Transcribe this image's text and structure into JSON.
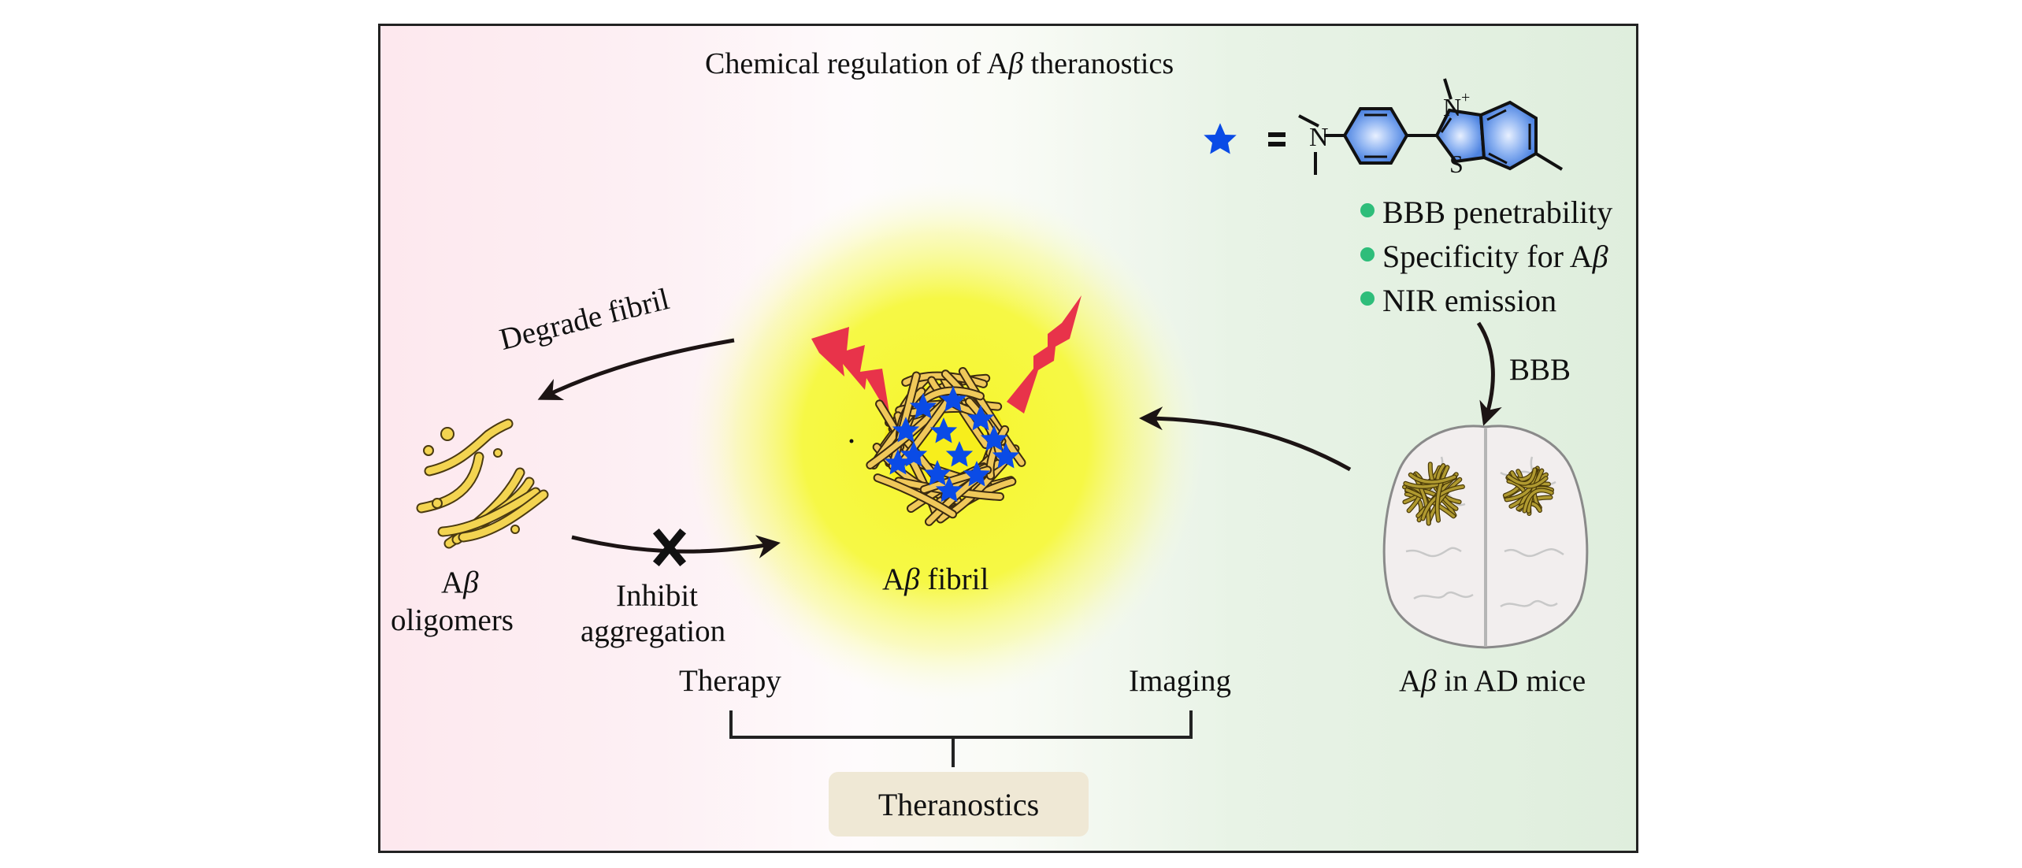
{
  "title": {
    "prefix": "Chemical regulation of A",
    "beta": "β",
    "suffix": " theranostics"
  },
  "legend": {
    "star_icon": "blue-star",
    "equals": "=",
    "molecule": {
      "name": "benzothiazolium dye (thioflavin-T like)",
      "atoms": {
        "amine_n": "N",
        "ring_n": "N",
        "ring_n_charge": "+",
        "sulfur": "S"
      }
    },
    "properties": [
      {
        "text": "BBB penetrability"
      },
      {
        "text": "Specificity for A",
        "beta": "β"
      },
      {
        "text": "NIR emission"
      }
    ],
    "bullet_color": "#2ebd7a"
  },
  "bbb_arrow_label": "BBB",
  "brain": {
    "label_prefix": "A",
    "label_beta": "β",
    "label_suffix": " in AD mice"
  },
  "fibril": {
    "label_prefix": "A",
    "label_beta": "β",
    "label_suffix": " fibril"
  },
  "oligomers": {
    "line1_prefix": "A",
    "line1_beta": "β",
    "line2": "oligomers"
  },
  "degrade_label": "Degrade fibril",
  "inhibit": {
    "line1": "Inhibit",
    "line2": "aggregation"
  },
  "branches": {
    "left": "Therapy",
    "right": "Imaging",
    "merged": "Theranostics"
  },
  "colors": {
    "bolt": "#e8334a",
    "star": "#0a4be6",
    "fibril_fill": "#f0c85a",
    "glow": "#f6f83c",
    "molecule_ring": "#5a8ee8",
    "brain_fill": "#f2eeee",
    "plaque": "#a8902a",
    "merged_box": "#efe8d5"
  }
}
